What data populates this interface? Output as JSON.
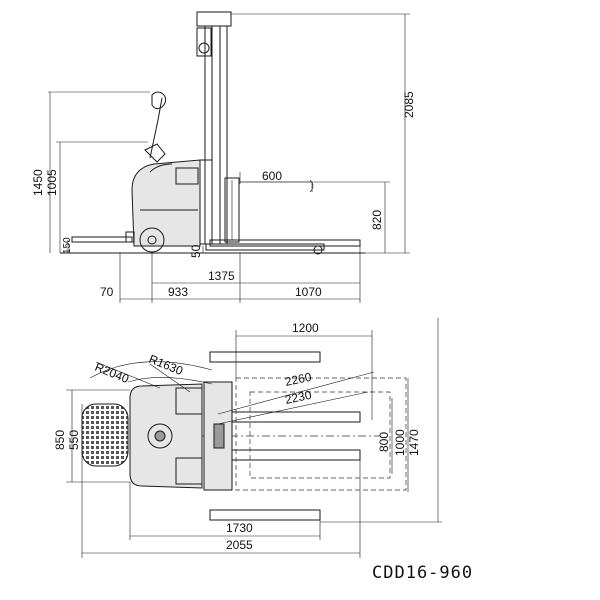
{
  "model": "CDD16-960",
  "side_view": {
    "dims": {
      "overall_height": "2085",
      "lift_height_1": "1450",
      "lift_height_2": "1005",
      "load_center": "600",
      "fork_height": "820",
      "fork_lowered": "150",
      "ground_clearance": "50",
      "wheelbase": "1375",
      "front_overhang": "70",
      "body_length": "933",
      "fork_length": "1070"
    }
  },
  "top_view": {
    "dims": {
      "aisle_width": "1200",
      "turning_radius_1": "R2040",
      "turning_radius_2": "R1630",
      "aisle_diag_1": "2260",
      "aisle_diag_2": "2230",
      "overall_width_1": "850",
      "overall_width_2": "550",
      "fork_spread_1": "800",
      "fork_spread_2": "1000",
      "fork_spread_3": "1470",
      "length_to_fork_face": "1730",
      "overall_length": "2055"
    }
  }
}
